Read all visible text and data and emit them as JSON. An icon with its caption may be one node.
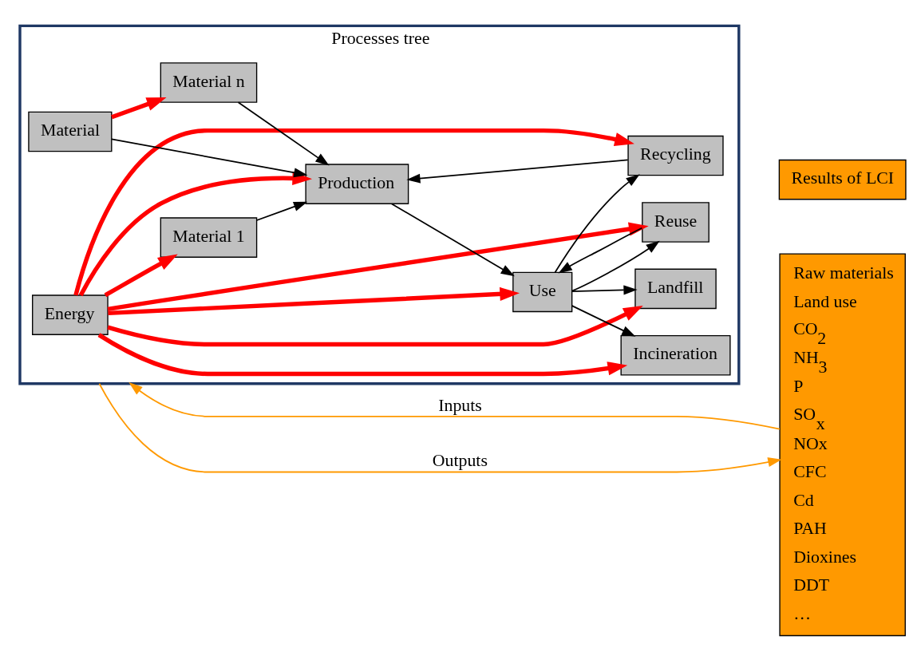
{
  "diagram": {
    "nodes": [
      {
        "text": [
          "Processes tree"
        ]
      },
      {
        "text": [
          "Energy"
        ],
        "in": 0
      },
      {
        "text": [
          "Material 1"
        ],
        "in": 0
      },
      {
        "text": [
          "Material"
        ],
        "in": 0
      },
      {
        "text": [
          "Material n"
        ],
        "in": 0
      },
      {
        "text": [
          "Production"
        ],
        "in": 0
      },
      {
        "text": [
          "Use"
        ],
        "in": 0
      },
      {
        "text": [
          "Incineration"
        ],
        "in": 0
      },
      {
        "text": [
          "Reuse"
        ],
        "in": 0
      },
      {
        "text": [
          "Landfill"
        ],
        "in": 0
      },
      {
        "text": [
          "Recycling"
        ],
        "in": 0
      },
      {
        "text": [
          "Results of LCI"
        ]
      },
      {
        "text": [
          "Raw materials",
          "Land use",
          "CO$_{2}$",
          "NH$_{3}$",
          "P",
          "SO$_{x}$",
          "NOx",
          "CFC",
          "Cd",
          "PAH",
          "Dioxines",
          "DDT",
          "…"
        ]
      }
    ],
    "edges": [
      {
        "from": 12,
        "to": 0,
        "arrow": "to",
        "label": "Inputs",
        "color": "#ff9900"
      },
      {
        "from": 0,
        "to": 12,
        "arrow": "to",
        "label": "Outputs",
        "color": "#ff9900"
      },
      {
        "from": 1,
        "to": 2,
        "arrow": "to",
        "style": "thick",
        "color": "#ff0000"
      },
      {
        "from": 3,
        "to": 4,
        "arrow": "to",
        "style": "thick",
        "color": "#ff0000"
      },
      {
        "from": 1,
        "to": 5,
        "arrow": "to",
        "style": "thick",
        "color": "#ff0000"
      },
      {
        "from": 1,
        "to": 6,
        "arrow": "to",
        "style": "thick",
        "color": "#ff0000"
      },
      {
        "from": 1,
        "to": 8,
        "arrow": "to",
        "style": "thick",
        "color": "#ff0000"
      },
      {
        "from": 1,
        "to": 10,
        "arrow": "to",
        "style": "thick",
        "color": "#ff0000"
      },
      {
        "from": 1,
        "to": 7,
        "arrow": "to",
        "style": "thick",
        "color": "#ff0000"
      },
      {
        "from": 1,
        "to": 9,
        "arrow": "to",
        "style": "thick",
        "color": "#ff0000"
      },
      {
        "from": 2,
        "to": 5,
        "arrow": "to"
      },
      {
        "from": 3,
        "to": 5,
        "arrow": "to"
      },
      {
        "from": 4,
        "to": 5,
        "arrow": "to"
      },
      {
        "from": 5,
        "to": 6,
        "arrow": "to"
      },
      {
        "from": 6,
        "to": 7,
        "arrow": "to"
      },
      {
        "from": 6,
        "to": 9,
        "arrow": "to"
      },
      {
        "from": 6,
        "to": 8,
        "arrow": "to"
      },
      {
        "from": 6,
        "to": 10,
        "arrow": "to"
      },
      {
        "from": 8,
        "to": 6,
        "arrow": "to"
      },
      {
        "from": 10,
        "to": 5,
        "arrow": "to"
      }
    ]
  }
}
